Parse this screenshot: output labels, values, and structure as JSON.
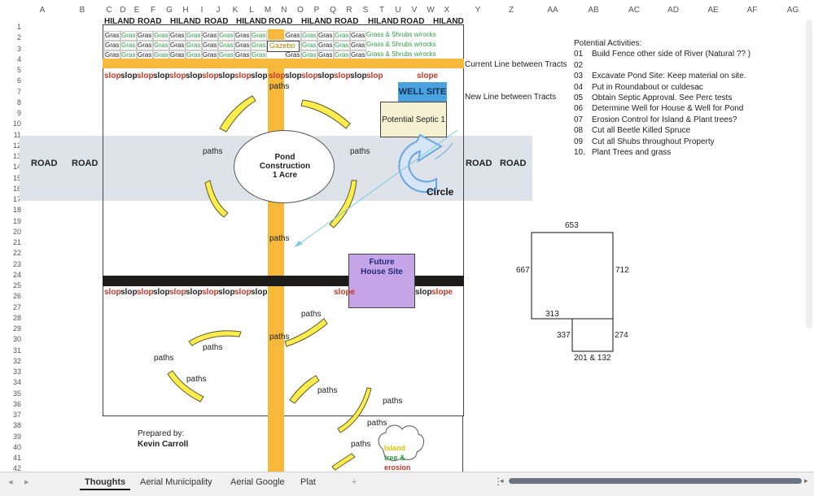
{
  "columns": [
    "A",
    "B",
    "C",
    "D",
    "E",
    "F",
    "G",
    "H",
    "I",
    "J",
    "K",
    "L",
    "M",
    "N",
    "O",
    "P",
    "Q",
    "R",
    "S",
    "T",
    "U",
    "V",
    "W",
    "X",
    "Y",
    "Z",
    "AA",
    "AB",
    "AC",
    "AD",
    "AE",
    "AF",
    "AG"
  ],
  "rows": [
    "1",
    "2",
    "3",
    "4",
    "5",
    "6",
    "7",
    "8",
    "9",
    "10",
    "11",
    "12",
    "13",
    "14",
    "15",
    "16",
    "17",
    "18",
    "19",
    "20",
    "21",
    "22",
    "23",
    "24",
    "25",
    "26",
    "27",
    "28",
    "29",
    "30",
    "31",
    "32",
    "33",
    "34",
    "35",
    "36",
    "37",
    "38",
    "39",
    "40",
    "41",
    "42"
  ],
  "top_road": [
    "HILAND",
    "ROAD",
    "HILAND",
    "ROAD",
    "HILAND",
    "ROAD",
    "HILAND",
    "ROAD",
    "HILAND",
    "ROAD",
    "HILAND"
  ],
  "grass_cells": [
    "Gras",
    "Gras",
    "Gras",
    "Gras",
    "Gras",
    "Gras",
    "Gras",
    "Gras",
    "Gras",
    "Gras",
    "Gras",
    "Gras",
    "Gras",
    "Gras",
    "Gras",
    "Gras"
  ],
  "grass_shrubs": "Grass & Shrubs w/rocks",
  "gazebo": "Gazebo",
  "current_line": "Current Line between Tracts",
  "new_line": "New Line between Tracts",
  "slop_row": [
    "slop",
    "slop",
    "slop",
    "slop",
    "slop",
    "slop",
    "slop",
    "slop",
    "slop",
    "slop",
    "slop",
    "slop",
    "slop",
    "slop",
    "slop",
    "slop",
    "slop",
    "slope"
  ],
  "slop_row2": [
    "slop",
    "slop",
    "slop",
    "slop",
    "slop",
    "slop",
    "slop",
    "slop",
    "slop",
    "slop",
    "slope",
    "slop",
    "slope"
  ],
  "well_site": "WELL SITE",
  "septic": "Potential Septic 1",
  "pond": [
    "Pond",
    "Construction",
    "1 Acre"
  ],
  "paths": "paths",
  "road_label": "ROAD",
  "circle_label": "Circle",
  "future_house": [
    "Future",
    "House Site"
  ],
  "prepared_by": "Prepared by:",
  "author": "Kevin Carroll",
  "island": [
    "Island",
    "tree &",
    "erosion"
  ],
  "activities_title": "Potential Activities:",
  "activities": [
    {
      "num": "01",
      "text": "Build Fence other side of River (Natural ?? )"
    },
    {
      "num": "02",
      "text": ""
    },
    {
      "num": "03",
      "text": "Excavate Pond Site:  Keep material on site."
    },
    {
      "num": "04",
      "text": "Put in Roundabout or culdesac"
    },
    {
      "num": "05",
      "text": "Obtain Septic Approval.  See Perc tests"
    },
    {
      "num": "06",
      "text": "Determine Well for House & Well for Pond"
    },
    {
      "num": "07",
      "text": "Erosion Control for Island & Plant trees?"
    },
    {
      "num": "08",
      "text": "Cut all Beetle Killed Spruce"
    },
    {
      "num": "09",
      "text": "Cut all Shubs throughout Property"
    },
    {
      "num": "10.",
      "text": "Plant Trees and grass"
    }
  ],
  "plat": {
    "top": "653",
    "left": "667",
    "right": "712",
    "bottom_left": "313",
    "lower_left": "337",
    "lower_right": "274",
    "lower_bottom": "201 & 132"
  },
  "tabs": [
    "Thoughts",
    "Aerial Municipality",
    "Aerial Google",
    "Plat"
  ],
  "add_tab": "+",
  "colors": {
    "road": "#f6b93b",
    "dark_line": "#1e1b1b",
    "well": "#4aa3df",
    "house": "#c5a5e8",
    "septic": "#f7f1d3",
    "road_band": "#dde3e8",
    "green": "#2ea043",
    "slop": "#c0392b",
    "arrow": "#6aa6de"
  }
}
